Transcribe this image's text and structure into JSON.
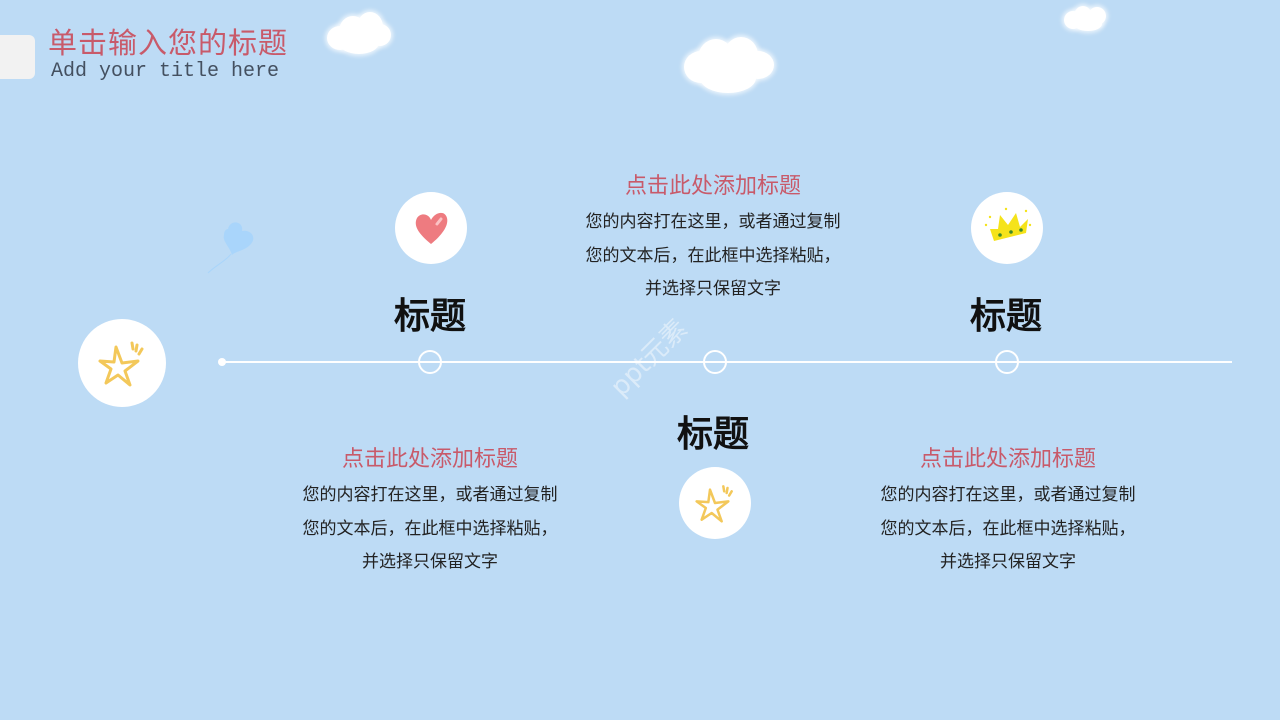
{
  "header": {
    "title_cn": "单击输入您的标题",
    "title_en": "Add your title here"
  },
  "watermark": "ppt元素",
  "timeline": {
    "nodes": [
      {
        "label": "标题",
        "icon": "heart-icon"
      },
      {
        "label": "标题",
        "icon": "star-icon"
      },
      {
        "label": "标题",
        "icon": "crown-icon"
      }
    ],
    "start_icon": "star-icon"
  },
  "blocks": [
    {
      "heading": "点击此处添加标题",
      "lines": [
        "您的内容打在这里，或者通过复制",
        "您的文本后，在此框中选择粘贴，",
        "并选择只保留文字"
      ]
    },
    {
      "heading": "点击此处添加标题",
      "lines": [
        "您的内容打在这里，或者通过复制",
        "您的文本后，在此框中选择粘贴，",
        "并选择只保留文字"
      ]
    },
    {
      "heading": "点击此处添加标题",
      "lines": [
        "您的内容打在这里，或者通过复制",
        "您的文本后，在此框中选择粘贴，",
        "并选择只保留文字"
      ]
    }
  ],
  "colors": {
    "background": "#bddbf5",
    "accent_red": "#c85a6a",
    "heart": "#ee7b80",
    "star": "#f3c85a",
    "crown": "#f5e31a"
  }
}
